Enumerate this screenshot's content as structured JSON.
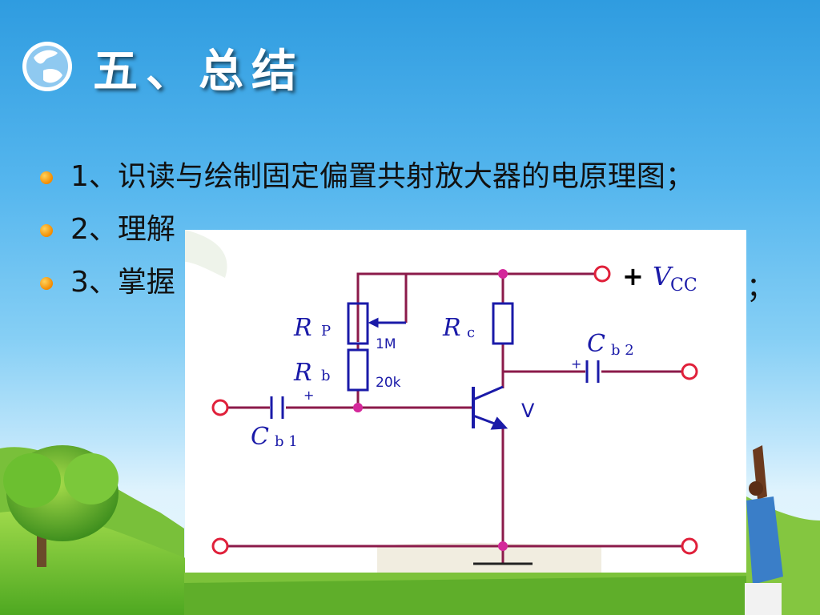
{
  "slide": {
    "title": "五、总结",
    "title_icon": "globe-icon",
    "bullets": [
      {
        "text": "1、识读与绘制固定偏置共射放大器的电原理图；"
      },
      {
        "text": "2、理解"
      },
      {
        "text": "3、掌握"
      }
    ],
    "trailing_fragment": "；"
  },
  "diagram": {
    "labels": {
      "rp": "R",
      "rp_sub": "P",
      "rp_value": "1M",
      "rb": "R",
      "rb_sub": "b",
      "rb_value": "20k",
      "rc": "R",
      "rc_sub": "c",
      "cb1": "C",
      "cb1_sub": "b 1",
      "cb2": "C",
      "cb2_sub": "b 2",
      "cap_plus": "+",
      "transistor": "V",
      "vcc_plus": "+",
      "vcc": "V",
      "vcc_sub": "CC"
    }
  },
  "colors": {
    "wire": "#8b1a4a",
    "component": "#1a1aa8",
    "terminal": "#e0203a",
    "node": "#d4289a",
    "bullet_dot": "#f28a00"
  }
}
